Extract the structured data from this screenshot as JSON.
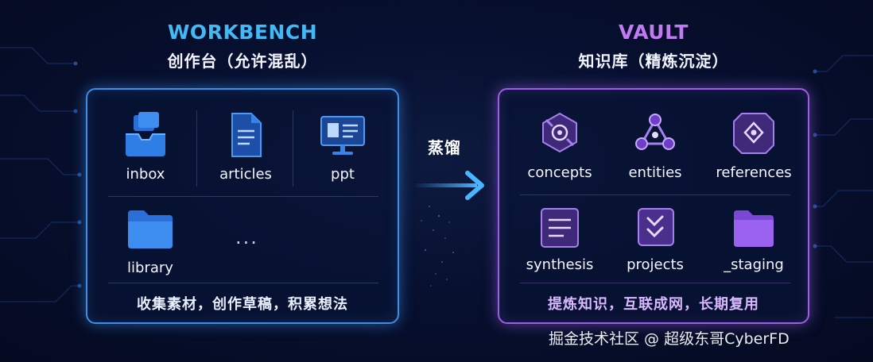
{
  "workbench": {
    "title": "WORKBENCH",
    "subtitle": "创作台（允许混乱）",
    "items": [
      {
        "label": "inbox",
        "icon": "inbox-tray-icon"
      },
      {
        "label": "articles",
        "icon": "document-icon"
      },
      {
        "label": "ppt",
        "icon": "presentation-monitor-icon"
      },
      {
        "label": "library",
        "icon": "folder-icon"
      }
    ],
    "more": "...",
    "caption": "收集素材，创作草稿，积累想法"
  },
  "arrow": {
    "label": "蒸馏"
  },
  "vault": {
    "title": "VAULT",
    "subtitle": "知识库（精炼沉淀）",
    "items": [
      {
        "label": "concepts",
        "icon": "atom-node-icon"
      },
      {
        "label": "entities",
        "icon": "graph-nodes-icon"
      },
      {
        "label": "references",
        "icon": "link-shield-icon"
      },
      {
        "label": "synthesis",
        "icon": "layers-doc-icon"
      },
      {
        "label": "projects",
        "icon": "chevrons-board-icon"
      },
      {
        "label": "_staging",
        "icon": "folder-icon"
      }
    ],
    "caption": "提炼知识，互联成网，长期复用"
  },
  "watermark": "掘金技术社区 @ 超级东哥CyberFD",
  "colors": {
    "workbench_accent": "#3b8fe8",
    "workbench_title": "#42b8f5",
    "vault_accent": "#9c5ee6",
    "vault_title": "#c07bf0",
    "background": "#071030"
  }
}
